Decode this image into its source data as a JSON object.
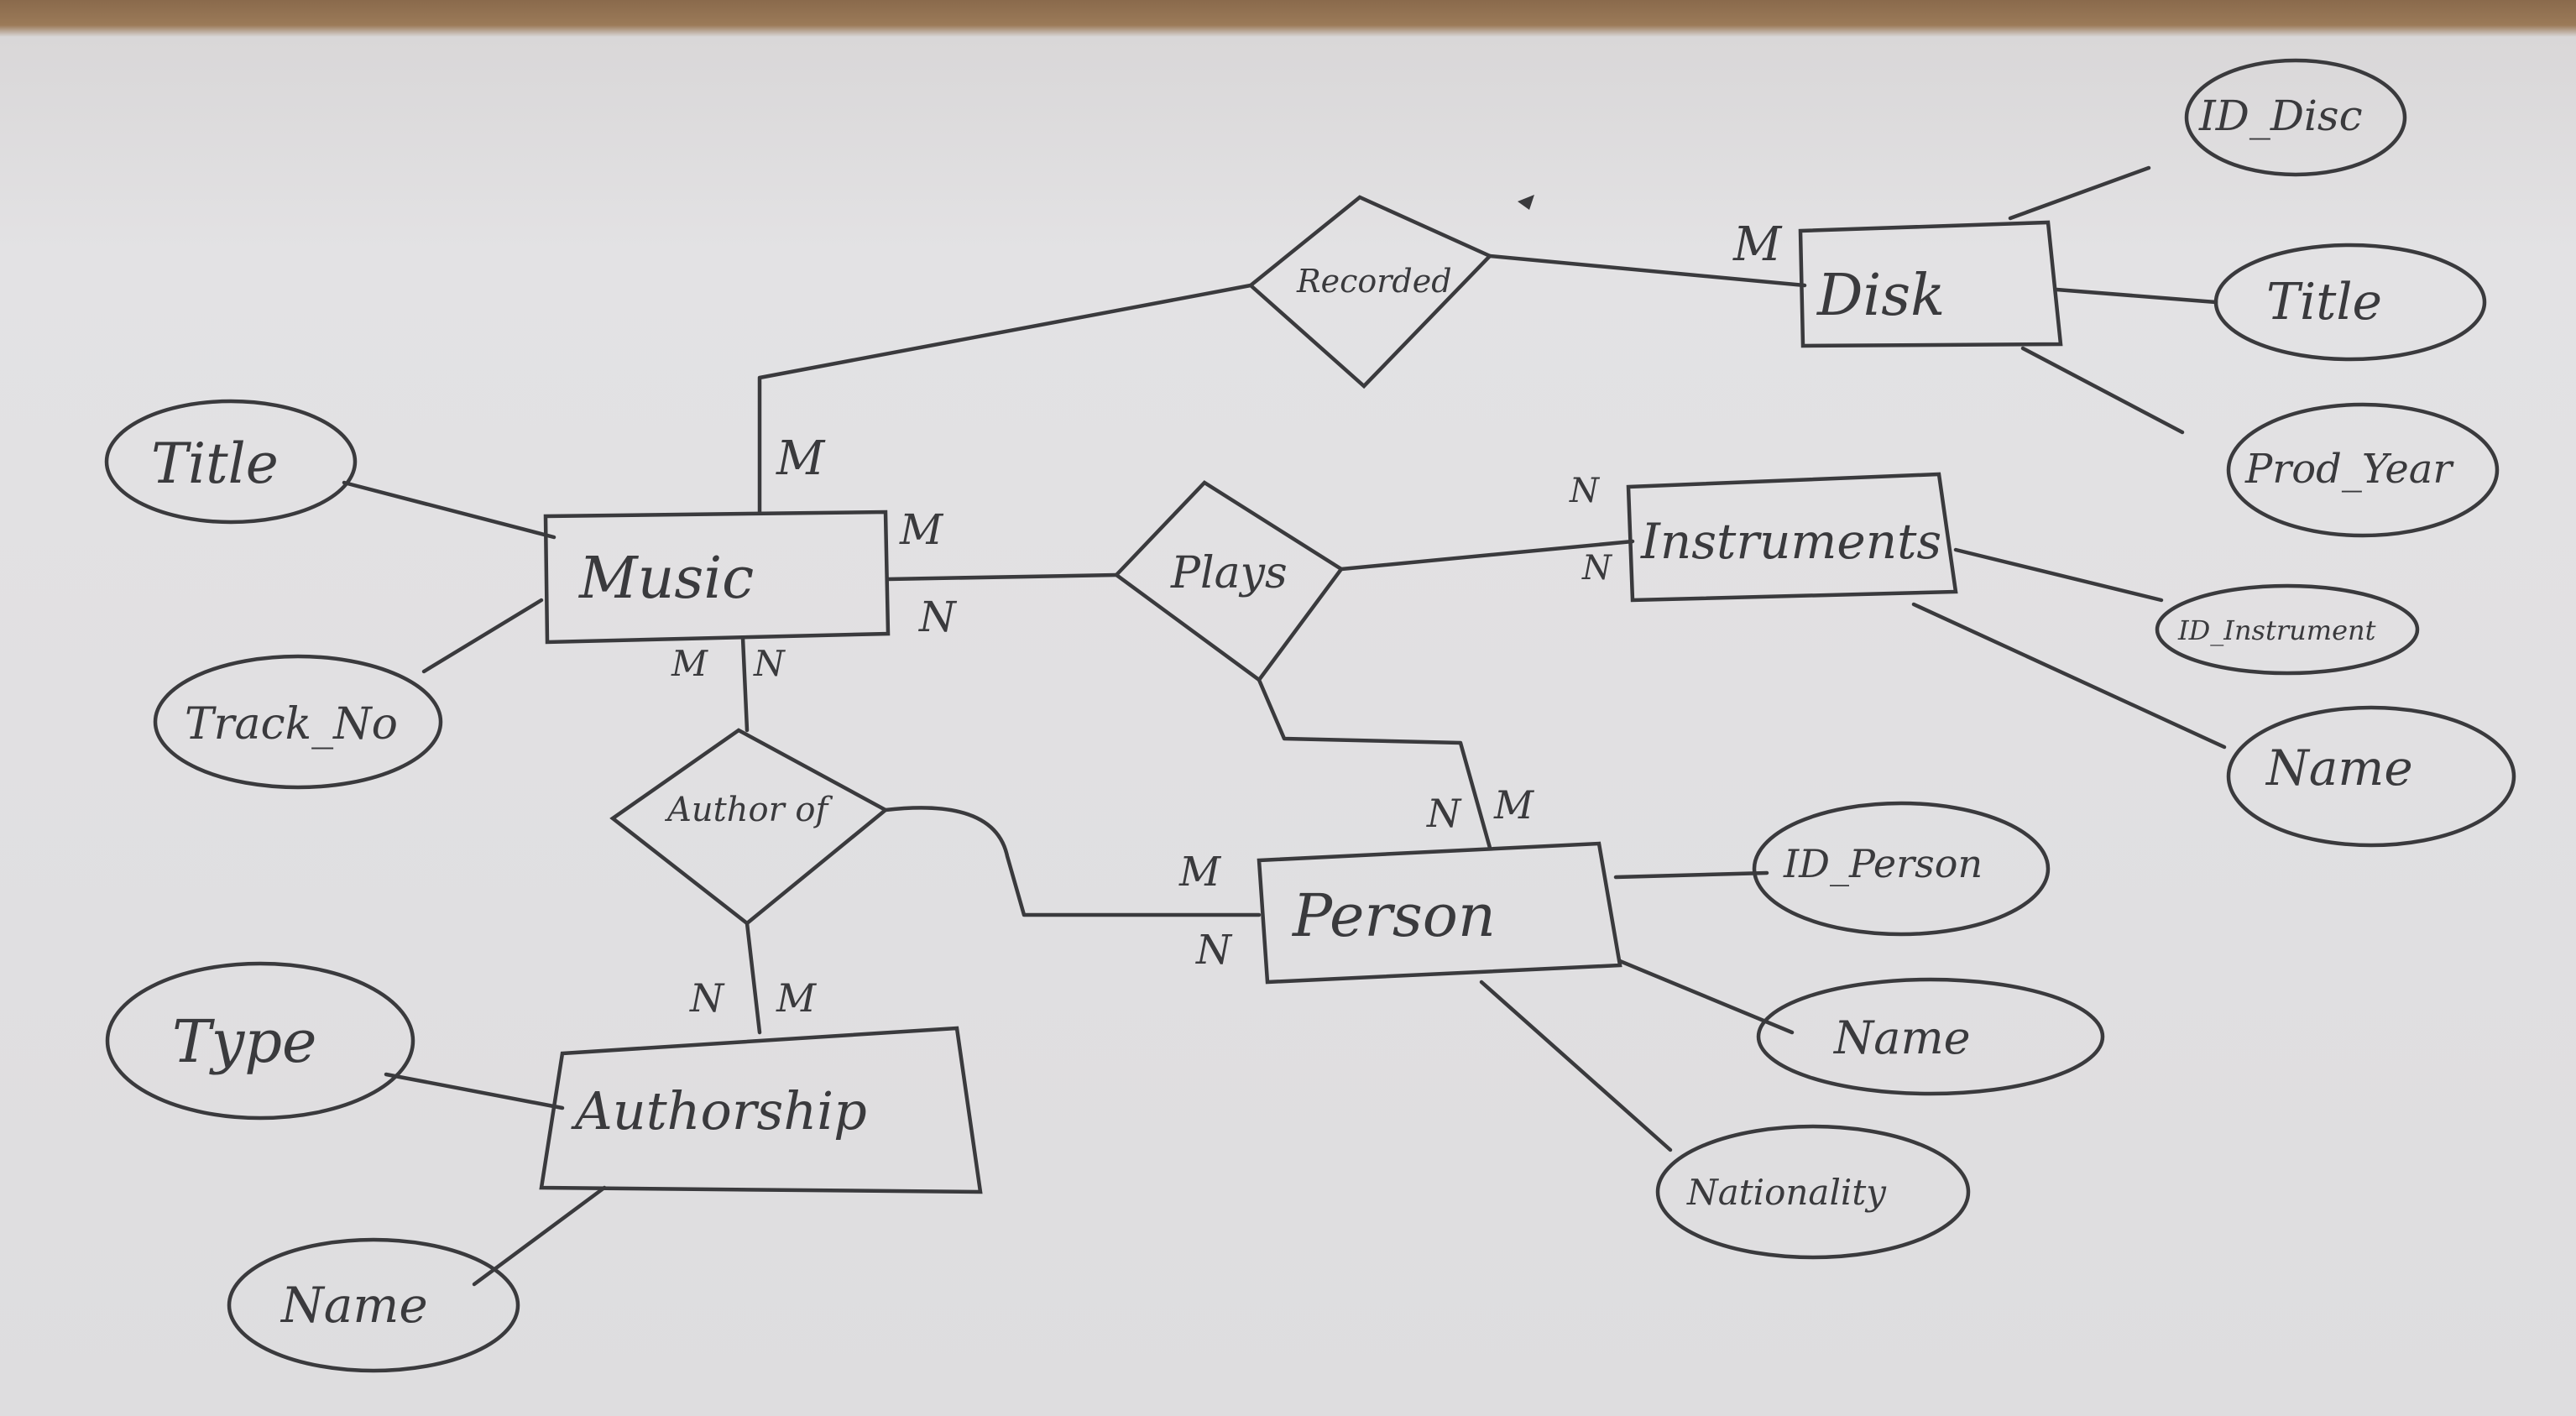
{
  "entities": {
    "music": "Music",
    "disk": "Disk",
    "instruments": "Instruments",
    "person": "Person",
    "authorship": "Authorship"
  },
  "relationships": {
    "recorded": "Recorded",
    "plays": "Plays",
    "author_of": "Author of"
  },
  "attributes": {
    "music_title": "Title",
    "track_no": "Track_No",
    "id_disc": "ID_Disc",
    "disk_title": "Title",
    "prod_year": "Prod_Year",
    "id_instrument": "ID_Instrument",
    "instrument_name": "Name",
    "id_person": "ID_Person",
    "person_name": "Name",
    "nationality": "Nationality",
    "type": "Type",
    "authorship_name": "Name"
  },
  "cardinalities": {
    "music_recorded": "M",
    "disk_recorded": "M",
    "music_plays_1": "M",
    "music_plays_2": "N",
    "instruments_plays_1": "N",
    "instruments_plays_2": "N",
    "person_plays_1": "N",
    "person_plays_2": "M",
    "music_author_1": "M",
    "music_author_2": "N",
    "person_author_1": "M",
    "person_author_2": "N",
    "authorship_author_1": "N",
    "authorship_author_2": "M"
  }
}
